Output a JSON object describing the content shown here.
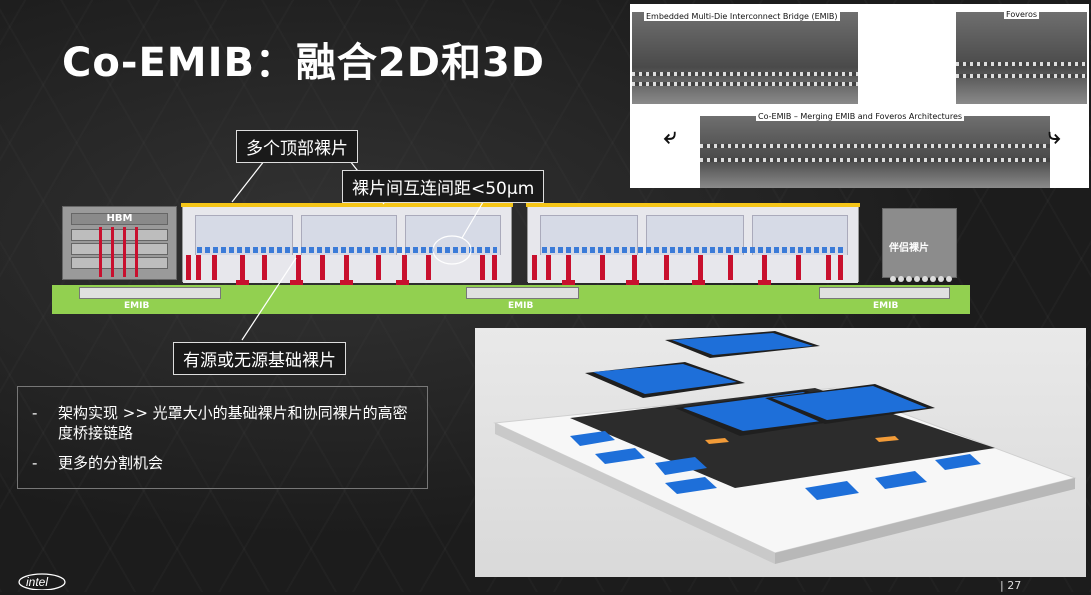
{
  "slide": {
    "title": "Co-EMIB：融合2D和3D",
    "page_number": "| 27",
    "logo_text": "intel"
  },
  "diagram": {
    "callout_top_dies": "多个顶部裸片",
    "callout_pitch": "裸片间互连间距<50μm",
    "callout_base": "有源或无源基础裸片",
    "hbm_label": "HBM",
    "companion_label": "伴侣裸片",
    "emib_labels": [
      "EMIB",
      "EMIB",
      "EMIB"
    ],
    "colors": {
      "substrate": "#92d050",
      "interconnect": "#c8102e",
      "bumps": "#3b7bd8",
      "top_metal": "#f5c518"
    }
  },
  "micrograph": {
    "emib_title": "Embedded Multi-Die Interconnect Bridge (EMIB)",
    "foveros_title": "Foveros",
    "coemib_title": "Co-EMIB – Merging EMIB and Foveros Architectures"
  },
  "bullets": [
    {
      "dash": "-",
      "text": "架构实现 >> 光罩大小的基础裸片和协同裸片的高密度桥接链路"
    },
    {
      "dash": "-",
      "text": "更多的分割机会"
    }
  ]
}
